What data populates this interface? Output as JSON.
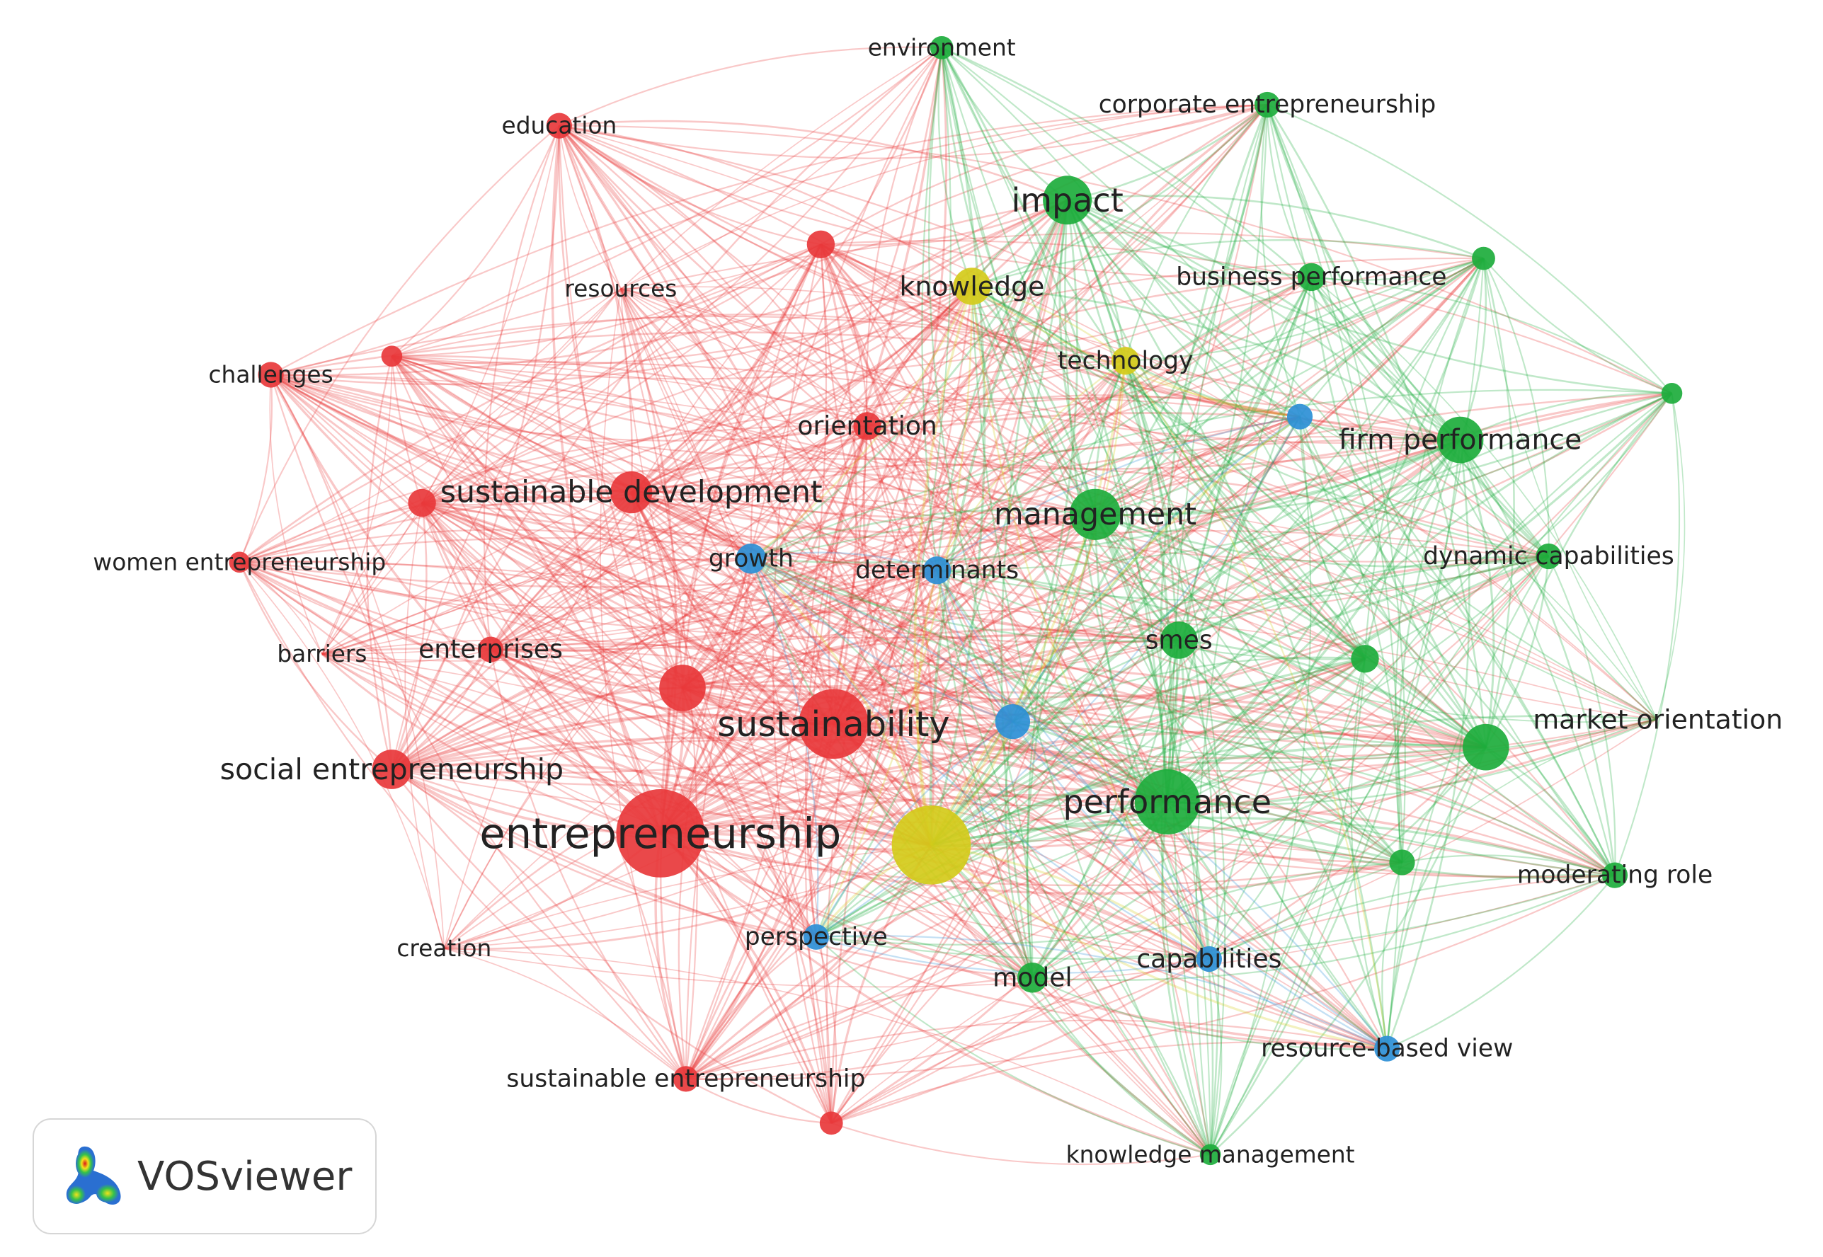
{
  "colors": {
    "red": "#e8383b",
    "green": "#1dac3c",
    "blue": "#2c8fd6",
    "yellow": "#d4cb1a"
  },
  "nodes": [
    {
      "id": "entrepreneurship",
      "label": "entrepreneurship",
      "cluster": "red"
    },
    {
      "id": "sustainability",
      "label": "sustainability",
      "cluster": "red"
    },
    {
      "id": "sustainable-development",
      "label": "sustainable development",
      "cluster": "red"
    },
    {
      "id": "social-entrepreneurship",
      "label": "social entrepreneurship",
      "cluster": "red"
    },
    {
      "id": "unlabeled-red-1",
      "label": "",
      "cluster": "red"
    },
    {
      "id": "education",
      "label": "education",
      "cluster": "red"
    },
    {
      "id": "resources",
      "label": "resources",
      "cluster": "red"
    },
    {
      "id": "challenges",
      "label": "challenges",
      "cluster": "red"
    },
    {
      "id": "unlabeled-red-2",
      "label": "",
      "cluster": "red"
    },
    {
      "id": "unlabeled-red-3",
      "label": "",
      "cluster": "red"
    },
    {
      "id": "orientation",
      "label": "orientation",
      "cluster": "red"
    },
    {
      "id": "unlabeled-red-4",
      "label": "",
      "cluster": "red"
    },
    {
      "id": "women-entrepreneurship",
      "label": "women entrepreneurship",
      "cluster": "red"
    },
    {
      "id": "barriers",
      "label": "barriers",
      "cluster": "red"
    },
    {
      "id": "enterprises",
      "label": "enterprises",
      "cluster": "red"
    },
    {
      "id": "creation",
      "label": "creation",
      "cluster": "red"
    },
    {
      "id": "sustainable-entrepreneurship",
      "label": "sustainable entrepreneurship",
      "cluster": "red"
    },
    {
      "id": "unlabeled-red-5",
      "label": "",
      "cluster": "red"
    },
    {
      "id": "environment",
      "label": "environment",
      "cluster": "green"
    },
    {
      "id": "corporate-entrepreneurship",
      "label": "corporate entrepreneurship",
      "cluster": "green"
    },
    {
      "id": "impact",
      "label": "impact",
      "cluster": "green"
    },
    {
      "id": "business-performance",
      "label": "business performance",
      "cluster": "green"
    },
    {
      "id": "unlabeled-green-1",
      "label": "",
      "cluster": "green"
    },
    {
      "id": "unlabeled-green-2",
      "label": "",
      "cluster": "green"
    },
    {
      "id": "firm-performance",
      "label": "firm performance",
      "cluster": "green"
    },
    {
      "id": "management",
      "label": "management",
      "cluster": "green"
    },
    {
      "id": "dynamic-capabilities",
      "label": "dynamic capabilities",
      "cluster": "green"
    },
    {
      "id": "smes",
      "label": "smes",
      "cluster": "green"
    },
    {
      "id": "unlabeled-green-3",
      "label": "",
      "cluster": "green"
    },
    {
      "id": "market-orientation",
      "label": "market orientation",
      "cluster": "green"
    },
    {
      "id": "unlabeled-green-4",
      "label": "",
      "cluster": "green"
    },
    {
      "id": "performance",
      "label": "performance",
      "cluster": "green"
    },
    {
      "id": "unlabeled-green-5",
      "label": "",
      "cluster": "green"
    },
    {
      "id": "moderating-role",
      "label": "moderating role",
      "cluster": "green"
    },
    {
      "id": "model",
      "label": "model",
      "cluster": "green"
    },
    {
      "id": "knowledge-management",
      "label": "knowledge management",
      "cluster": "green"
    },
    {
      "id": "knowledge",
      "label": "knowledge",
      "cluster": "yellow"
    },
    {
      "id": "technology",
      "label": "technology",
      "cluster": "yellow"
    },
    {
      "id": "unlabeled-yellow-1",
      "label": "",
      "cluster": "yellow"
    },
    {
      "id": "growth",
      "label": "growth",
      "cluster": "blue"
    },
    {
      "id": "determinants",
      "label": "determinants",
      "cluster": "blue"
    },
    {
      "id": "unlabeled-blue-1",
      "label": "",
      "cluster": "blue"
    },
    {
      "id": "unlabeled-blue-2",
      "label": "",
      "cluster": "blue"
    },
    {
      "id": "perspective",
      "label": "perspective",
      "cluster": "blue"
    },
    {
      "id": "capabilities",
      "label": "capabilities",
      "cluster": "blue"
    },
    {
      "id": "resource-based-view",
      "label": "resource-based view",
      "cluster": "blue"
    }
  ],
  "logo": {
    "text": "VOSviewer",
    "icon": "vosviewer-heatmap-icon"
  }
}
